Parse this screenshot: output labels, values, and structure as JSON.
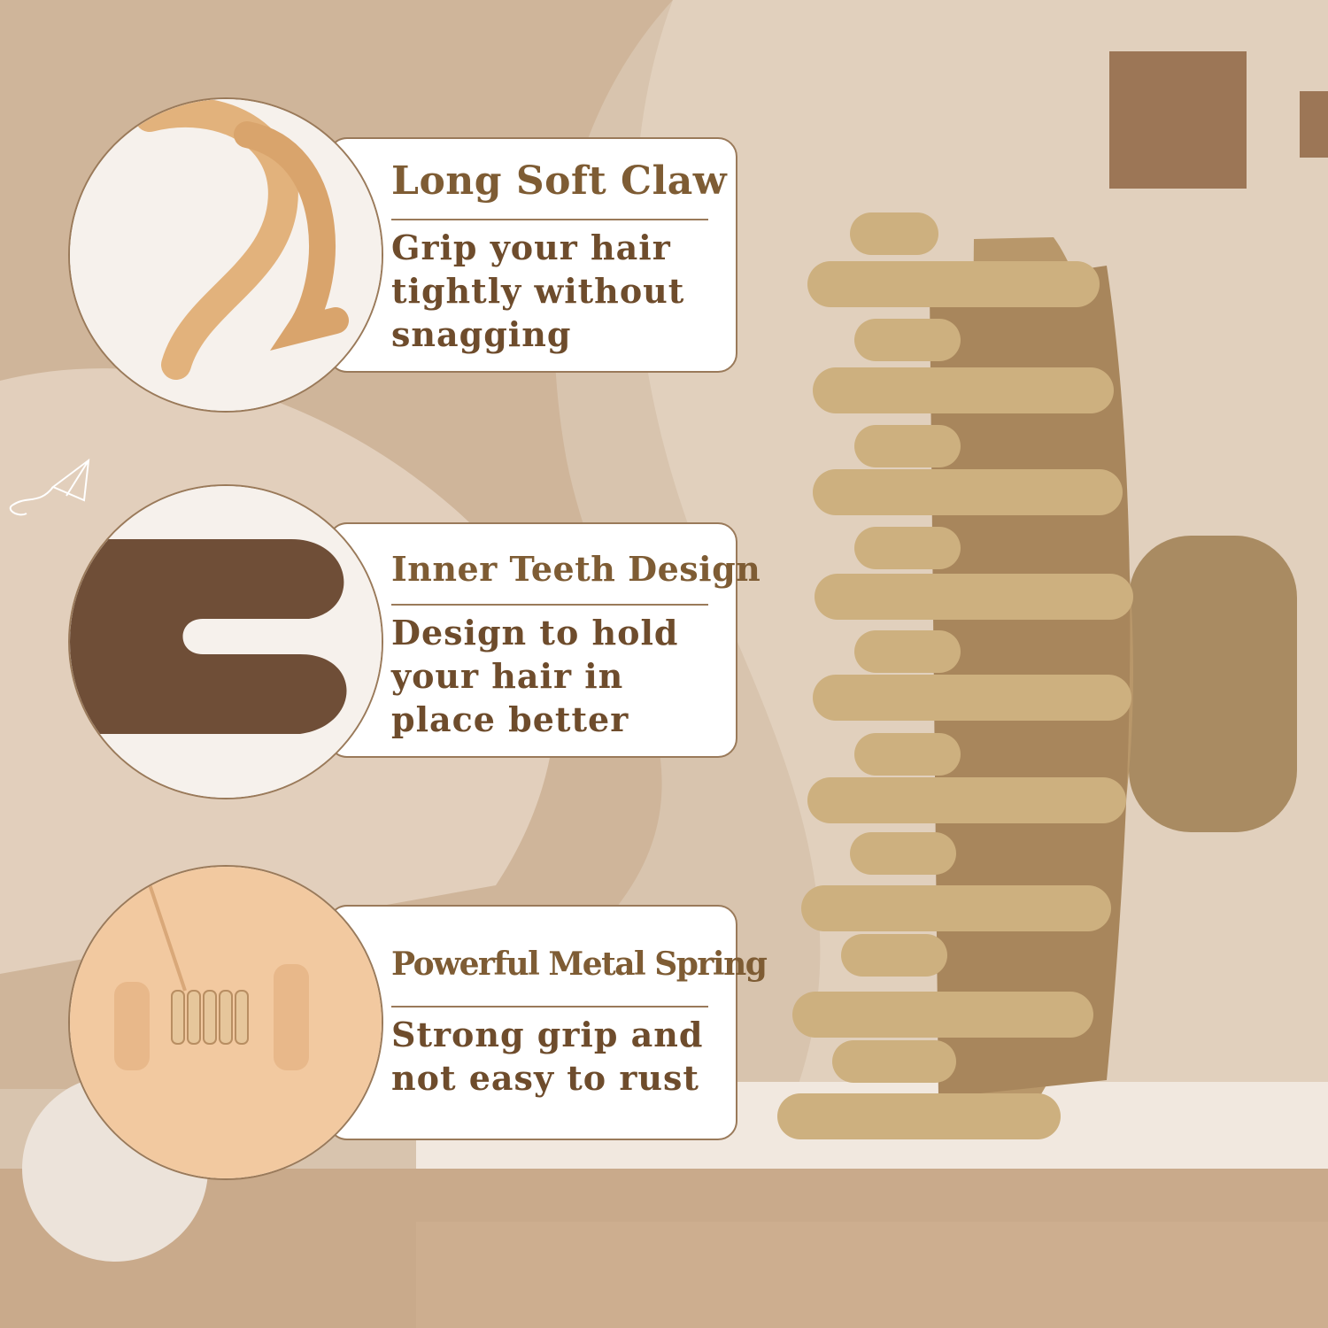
{
  "features": [
    {
      "title": "Long Soft Claw",
      "lines": [
        "Grip your hair",
        "tightly without",
        "snagging"
      ]
    },
    {
      "title": "Inner Teeth Design",
      "lines": [
        "Design to hold",
        "your hair in",
        "place better"
      ]
    },
    {
      "title": "Powerful Metal Spring",
      "lines": [
        "Strong grip and",
        "not easy to rust"
      ]
    }
  ],
  "colors": {
    "background": "#d8c4ae",
    "accent_square": "#9c7656",
    "claw": "#c8a776",
    "title_text": "#7e5c34",
    "body_text": "#6e4c2c"
  }
}
